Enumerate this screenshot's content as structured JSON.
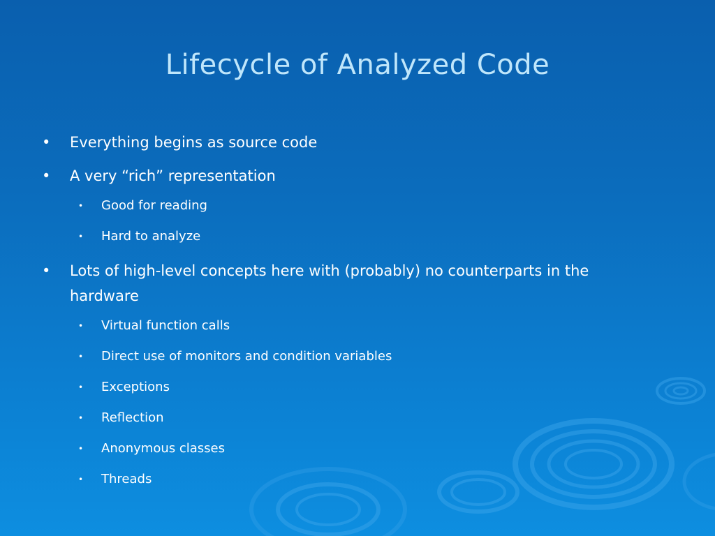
{
  "slide": {
    "title": "Lifecycle of Analyzed Code",
    "bullet_glyph": "•",
    "bullets": [
      {
        "level": 1,
        "text": "Everything begins as source code"
      },
      {
        "level": 1,
        "text": "A very “rich” representation"
      },
      {
        "level": 2,
        "text": "Good for reading"
      },
      {
        "level": 2,
        "text": "Hard to analyze"
      },
      {
        "level": 1,
        "text": "Lots of high-level concepts here with (probably) no counterparts in the hardware"
      },
      {
        "level": 2,
        "text": "Virtual function calls"
      },
      {
        "level": 2,
        "text": "Direct use of monitors and condition variables"
      },
      {
        "level": 2,
        "text": "Exceptions"
      },
      {
        "level": 2,
        "text": "Reflection"
      },
      {
        "level": 2,
        "text": "Anonymous classes"
      },
      {
        "level": 2,
        "text": "Threads"
      }
    ]
  },
  "colors": {
    "background_top": "#0a5fae",
    "background_bottom": "#0d8ee0",
    "title": "#bfe6fb",
    "body_text": "#ffffff"
  }
}
